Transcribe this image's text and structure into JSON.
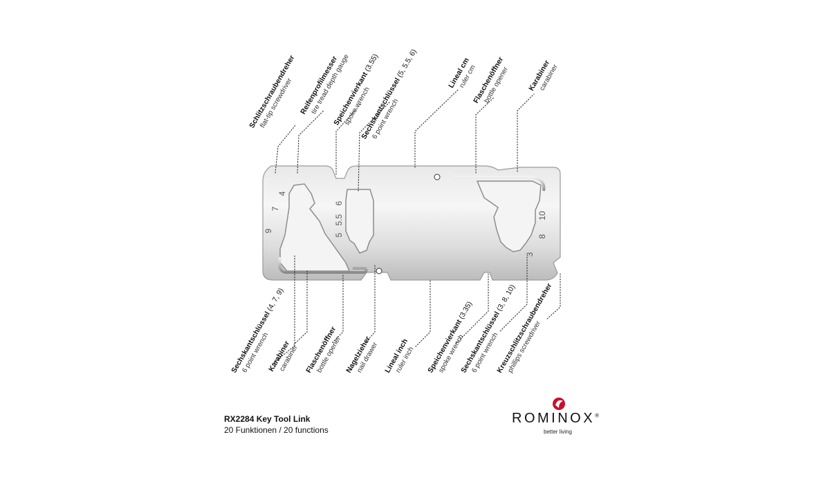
{
  "top_labels": [
    {
      "de": "Schlitzschraubendreher",
      "de_sub": "",
      "en": "flat-tip screwdriver"
    },
    {
      "de": "Reifenprofilmesser",
      "de_sub": "",
      "en": "tire tread depth gauge"
    },
    {
      "de": "Speichenvierkant",
      "de_sub": " (3.55)",
      "en": "spoke wrench"
    },
    {
      "de": "Sechskantschlüssel",
      "de_sub": " (5, 5.5, 6)",
      "en": "6 point wrench"
    },
    {
      "de": "Lineal cm",
      "de_sub": "",
      "en": "ruler cm"
    },
    {
      "de": "Flaschenöffner",
      "de_sub": "",
      "en": "bottle opener"
    },
    {
      "de": "Karabiner",
      "de_sub": "",
      "en": "carabiner"
    }
  ],
  "bottom_labels": [
    {
      "de": "Sechskantschlüssel",
      "de_sub": " (4, 7, 9)",
      "en": "6 point wrench"
    },
    {
      "de": "Karabiner",
      "de_sub": "",
      "en": "carabiner"
    },
    {
      "de": "Flaschenöffner",
      "de_sub": "",
      "en": "bottle opener"
    },
    {
      "de": "Nagelzieher",
      "de_sub": "",
      "en": "nail drawer"
    },
    {
      "de": "Lineal inch",
      "de_sub": "",
      "en": "ruler inch"
    },
    {
      "de": "Speichenvierkant",
      "de_sub": " (3.35)",
      "en": "spoke wrench"
    },
    {
      "de": "Sechskantschlüssel",
      "de_sub": " (3, 8, 10)",
      "en": "6 point wrench"
    },
    {
      "de": "Kreuzschlitzschraubendreher",
      "de_sub": "",
      "en": "phillips screwdriver"
    }
  ],
  "tool_markings": {
    "left": [
      "9",
      "7",
      "4"
    ],
    "middle": [
      "6",
      "5.5",
      "5"
    ],
    "right": [
      "10",
      "8",
      "3"
    ]
  },
  "caption": {
    "title": "RX2284 Key Tool Link",
    "subtitle": "20 Funktionen / 20 functions"
  },
  "brand": {
    "name": "ROMINOX",
    "registered": "®",
    "tagline": "better living",
    "accent": "#c8102e"
  }
}
